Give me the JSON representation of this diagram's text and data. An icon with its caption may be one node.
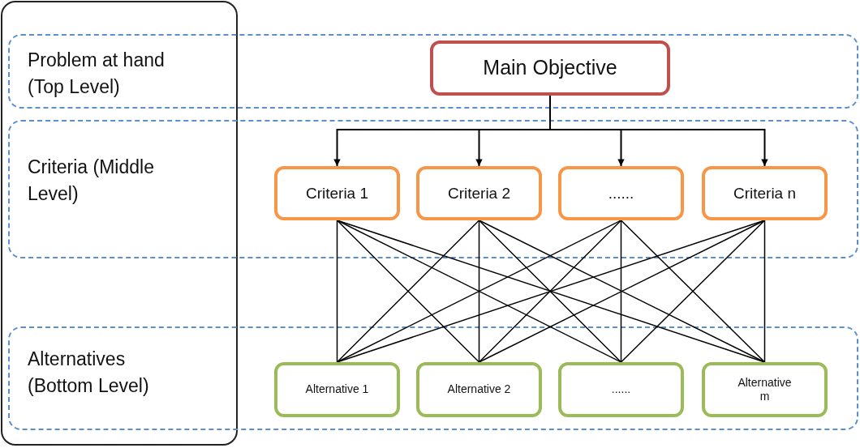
{
  "diagram": {
    "nodes": [
      {
        "text": [
          "Problem at hand (Top Level)"
        ]
      },
      {
        "text": [
          "Main Objective"
        ],
        "in": 0
      },
      {
        "text": [
          "Criteria (Middle Level)"
        ]
      },
      {
        "text": [
          "Criteria 1"
        ],
        "in": 2
      },
      {
        "text": [
          "Criteria 2"
        ],
        "in": 2
      },
      {
        "text": [
          "......"
        ],
        "in": 2
      },
      {
        "text": [
          "Criteria n"
        ],
        "in": 2
      },
      {
        "text": [
          "Alternatives (Bottom Level)"
        ]
      },
      {
        "text": [
          "Alternative 1"
        ],
        "in": 7
      },
      {
        "text": [
          "Alternative 2"
        ],
        "in": 7
      },
      {
        "text": [
          "......"
        ],
        "in": 7
      },
      {
        "text": [
          "Alternative m"
        ],
        "in": 7
      }
    ],
    "edges": [
      {
        "from": 1,
        "to": 3,
        "arrow": "to"
      },
      {
        "from": 1,
        "to": 4,
        "arrow": "to"
      },
      {
        "from": 1,
        "to": 5,
        "arrow": "to"
      },
      {
        "from": 1,
        "to": 6,
        "arrow": "to"
      },
      {
        "from": 3,
        "to": 8,
        "arrow": "none"
      },
      {
        "from": 3,
        "to": 9,
        "arrow": "none"
      },
      {
        "from": 3,
        "to": 10,
        "arrow": "none"
      },
      {
        "from": 3,
        "to": 11,
        "arrow": "none"
      },
      {
        "from": 4,
        "to": 8,
        "arrow": "none"
      },
      {
        "from": 4,
        "to": 9,
        "arrow": "none"
      },
      {
        "from": 4,
        "to": 10,
        "arrow": "none"
      },
      {
        "from": 4,
        "to": 11,
        "arrow": "none"
      },
      {
        "from": 5,
        "to": 8,
        "arrow": "none"
      },
      {
        "from": 5,
        "to": 9,
        "arrow": "none"
      },
      {
        "from": 5,
        "to": 10,
        "arrow": "none"
      },
      {
        "from": 5,
        "to": 11,
        "arrow": "none"
      },
      {
        "from": 6,
        "to": 8,
        "arrow": "none"
      },
      {
        "from": 6,
        "to": 9,
        "arrow": "none"
      },
      {
        "from": 6,
        "to": 10,
        "arrow": "none"
      },
      {
        "from": 6,
        "to": 11,
        "arrow": "none"
      }
    ]
  }
}
